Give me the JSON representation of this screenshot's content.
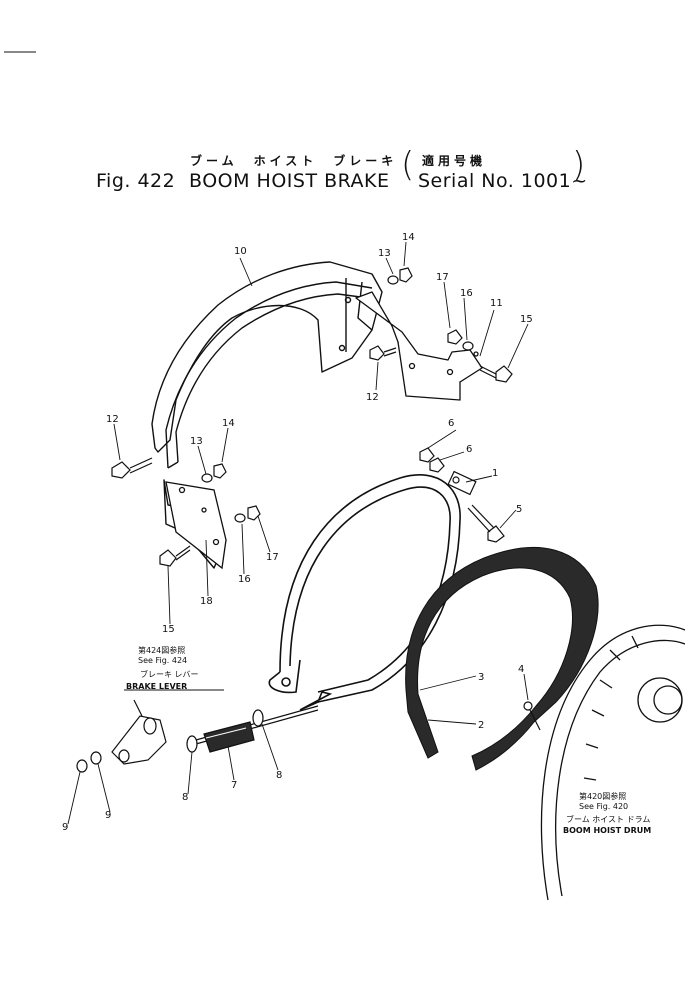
{
  "title": {
    "jp_name": "ブーム　ホイスト　ブレーキ",
    "jp_serial": "適用号機",
    "fig": "Fig. 422",
    "name": "BOOM HOIST BRAKE",
    "serial": "Serial No. 1001~"
  },
  "references": {
    "lever": {
      "jp_fig": "第424図参照",
      "fig": "See Fig. 424",
      "jp_name": "ブレーキ レバー",
      "name": "BRAKE LEVER"
    },
    "drum": {
      "jp_fig": "第420図参照",
      "fig": "See Fig. 420",
      "jp_name": "ブーム ホイスト ドラム",
      "name": "BOOM HOIST DRUM"
    }
  },
  "callouts": [
    "1",
    "2",
    "3",
    "4",
    "5",
    "6",
    "6",
    "7",
    "8",
    "8",
    "9",
    "9",
    "10",
    "11",
    "12",
    "12",
    "13",
    "13",
    "14",
    "14",
    "15",
    "15",
    "16",
    "16",
    "17",
    "17",
    "18"
  ],
  "colors": {
    "ink": "#111111",
    "lining": "#2a2a2a",
    "paper": "#ffffff"
  }
}
